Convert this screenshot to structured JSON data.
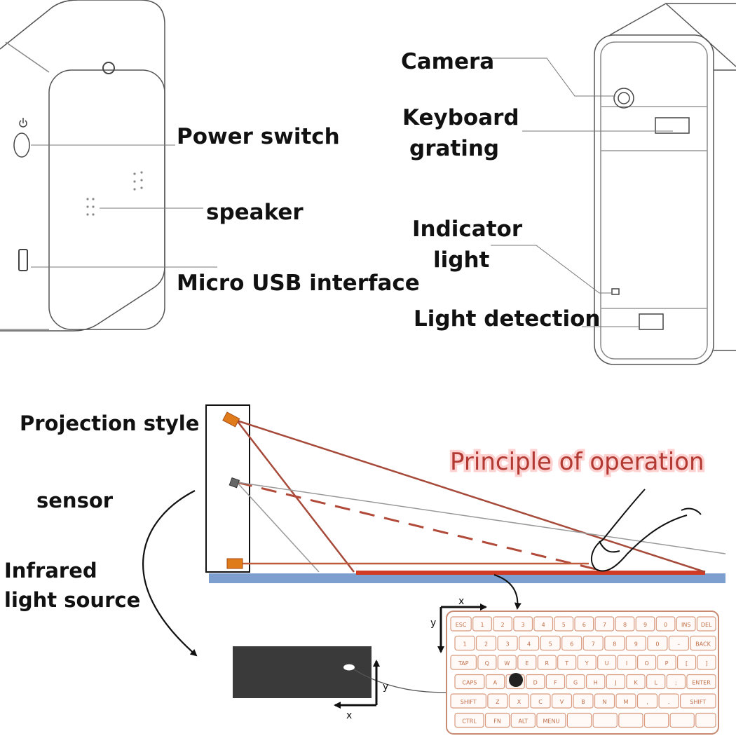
{
  "labels": {
    "power_switch": "Power switch",
    "speaker": "speaker",
    "micro_usb": "Micro USB interface",
    "camera": "Camera",
    "keyboard_grating_line1": "Keyboard",
    "keyboard_grating_line2": "grating",
    "indicator_line1": "Indicator",
    "indicator_line2": "light",
    "light_detection": "Light detection",
    "projection_style": "Projection style",
    "sensor": "sensor",
    "infrared_line1": "Infrared",
    "infrared_line2": "light source"
  },
  "principle_title": "Principle of operation",
  "axes": {
    "x": "x",
    "y": "y"
  },
  "keyboard": {
    "rows": [
      [
        "ESC",
        "1",
        "2",
        "3",
        "4",
        "5",
        "6",
        "7",
        "8",
        "9",
        "0",
        "INS",
        "DEL"
      ],
      [
        "1",
        "2",
        "3",
        "4",
        "5",
        "6",
        "7",
        "8",
        "9",
        "0",
        "-",
        "BACK"
      ],
      [
        "TAP",
        "Q",
        "W",
        "E",
        "R",
        "T",
        "Y",
        "U",
        "I",
        "O",
        "P",
        "[",
        "]"
      ],
      [
        "CAPS",
        "A",
        "S",
        "D",
        "F",
        "G",
        "H",
        "J",
        "K",
        "L",
        ";",
        "ENTER"
      ],
      [
        "SHIFT",
        "Z",
        "X",
        "C",
        "V",
        "B",
        "N",
        "M",
        ",",
        ".",
        "SHIFT"
      ],
      [
        "CTRL",
        "FN",
        "ALT",
        "MENU",
        "",
        "",
        "",
        "",
        "",
        ""
      ]
    ]
  },
  "colors": {
    "laser_red": "#c0392b",
    "projector_orange": "#e07b1c",
    "surface_blue": "#7d9fd0",
    "key_outline": "#d99a7e",
    "title_red": "#b23a32"
  }
}
